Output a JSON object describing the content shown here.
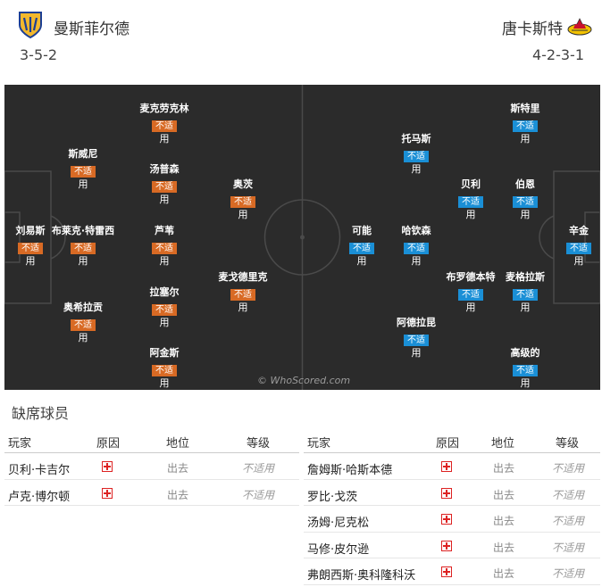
{
  "home": {
    "name": "曼斯菲尔德",
    "formation": "3-5-2",
    "colors": {
      "badge": "#d86a24",
      "crest": "#f2b82d"
    }
  },
  "away": {
    "name": "唐卡斯特",
    "formation": "4-2-3-1",
    "colors": {
      "badge": "#1a8fd6",
      "crest": "#c8102e"
    }
  },
  "pitch": {
    "watermark": "© WhoScored.com",
    "home_players": [
      {
        "name": "刘易斯",
        "status": "不适",
        "usage": "用"
      },
      {
        "name": "斯威尼",
        "status": "不适",
        "usage": "用"
      },
      {
        "name": "布莱克·特雷西",
        "status": "不适",
        "usage": "用"
      },
      {
        "name": "奥希拉贡",
        "status": "不适",
        "usage": "用"
      },
      {
        "name": "麦克劳克林",
        "status": "不适",
        "usage": "用"
      },
      {
        "name": "汤普森",
        "status": "不适",
        "usage": "用"
      },
      {
        "name": "芦苇",
        "status": "不适",
        "usage": "用"
      },
      {
        "name": "拉塞尔",
        "status": "不适",
        "usage": "用"
      },
      {
        "name": "阿金斯",
        "status": "不适",
        "usage": "用"
      },
      {
        "name": "奥茨",
        "status": "不适",
        "usage": "用"
      },
      {
        "name": "麦戈德里克",
        "status": "不适",
        "usage": "用"
      }
    ],
    "away_players": [
      {
        "name": "可能",
        "status": "不适",
        "usage": "用"
      },
      {
        "name": "托马斯",
        "status": "不适",
        "usage": "用"
      },
      {
        "name": "哈钦森",
        "status": "不适",
        "usage": "用"
      },
      {
        "name": "阿德拉昆",
        "status": "不适",
        "usage": "用"
      },
      {
        "name": "贝利",
        "status": "不适",
        "usage": "用"
      },
      {
        "name": "布罗德本特",
        "status": "不适",
        "usage": "用"
      },
      {
        "name": "斯特里",
        "status": "不适",
        "usage": "用"
      },
      {
        "name": "伯恩",
        "status": "不适",
        "usage": "用"
      },
      {
        "name": "麦格拉斯",
        "status": "不适",
        "usage": "用"
      },
      {
        "name": "高级的",
        "status": "不适",
        "usage": "用"
      },
      {
        "name": "辛金",
        "status": "不适",
        "usage": "用"
      }
    ]
  },
  "missing": {
    "title": "缺席球员",
    "headers": {
      "player": "玩家",
      "reason": "原因",
      "position": "地位",
      "rating": "等级"
    },
    "home": [
      {
        "player": "贝利·卡吉尔",
        "reason_icon": "injury-icon",
        "position": "出去",
        "rating": "不适用"
      },
      {
        "player": "卢克·博尔顿",
        "reason_icon": "injury-icon",
        "position": "出去",
        "rating": "不适用"
      }
    ],
    "away": [
      {
        "player": "詹姆斯·哈斯本德",
        "reason_icon": "injury-icon",
        "position": "出去",
        "rating": "不适用"
      },
      {
        "player": "罗比·戈茨",
        "reason_icon": "injury-icon",
        "position": "出去",
        "rating": "不适用"
      },
      {
        "player": "汤姆·尼克松",
        "reason_icon": "injury-icon",
        "position": "出去",
        "rating": "不适用"
      },
      {
        "player": "马修·皮尔逊",
        "reason_icon": "injury-icon",
        "position": "出去",
        "rating": "不适用"
      },
      {
        "player": "弗朗西斯·奥科隆科沃",
        "reason_icon": "injury-icon",
        "position": "出去",
        "rating": "不适用"
      }
    ]
  }
}
